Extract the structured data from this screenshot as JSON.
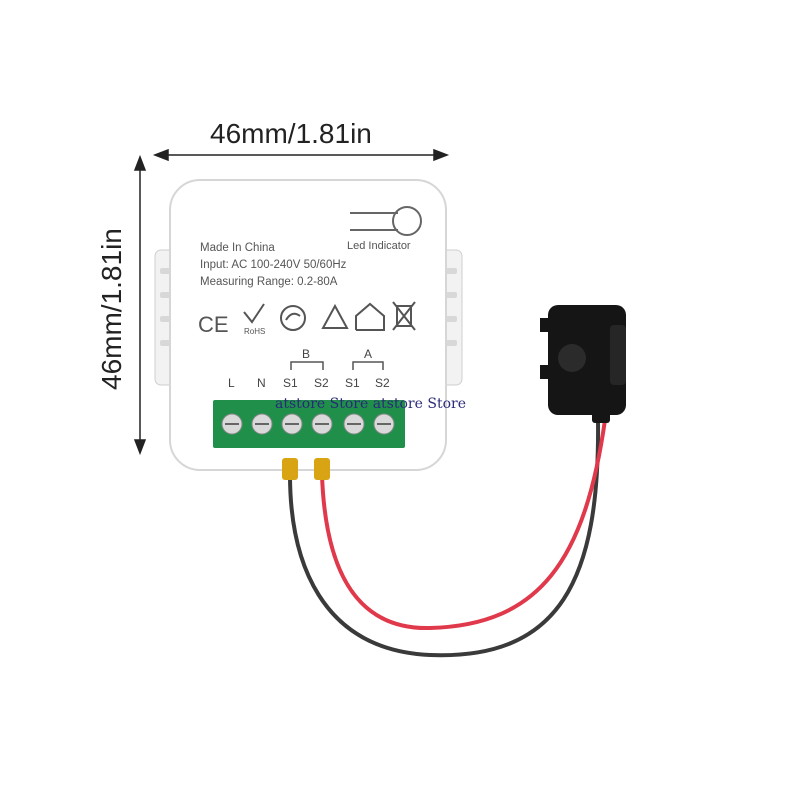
{
  "dimensions": {
    "width_label": "46mm/1.81in",
    "height_label": "46mm/1.81in"
  },
  "device": {
    "led_label": "Led Indicator",
    "made_in": "Made In China",
    "input": "Input: AC 100-240V 50/60Hz",
    "measuring_range": "Measuring Range: 0.2-80A",
    "cert_icons": [
      "ce-mark-icon",
      "rohs-check-icon",
      "recycle-circle-icon",
      "recycle-triangle-icon",
      "house-icon",
      "weee-bin-icon"
    ],
    "rohs_text": "RoHS",
    "ce_text": "CE",
    "group_b": "B",
    "group_a": "A",
    "terminal_labels": [
      "L",
      "N",
      "S1",
      "S2",
      "S1",
      "S2"
    ]
  },
  "watermark": "atstore Store atstore Store",
  "colors": {
    "terminal_block": "#1f8f4a",
    "red_wire": "#e0394b",
    "black_wire": "#3a3a3a",
    "sensor": "#151515",
    "connector": "#d9a414"
  }
}
